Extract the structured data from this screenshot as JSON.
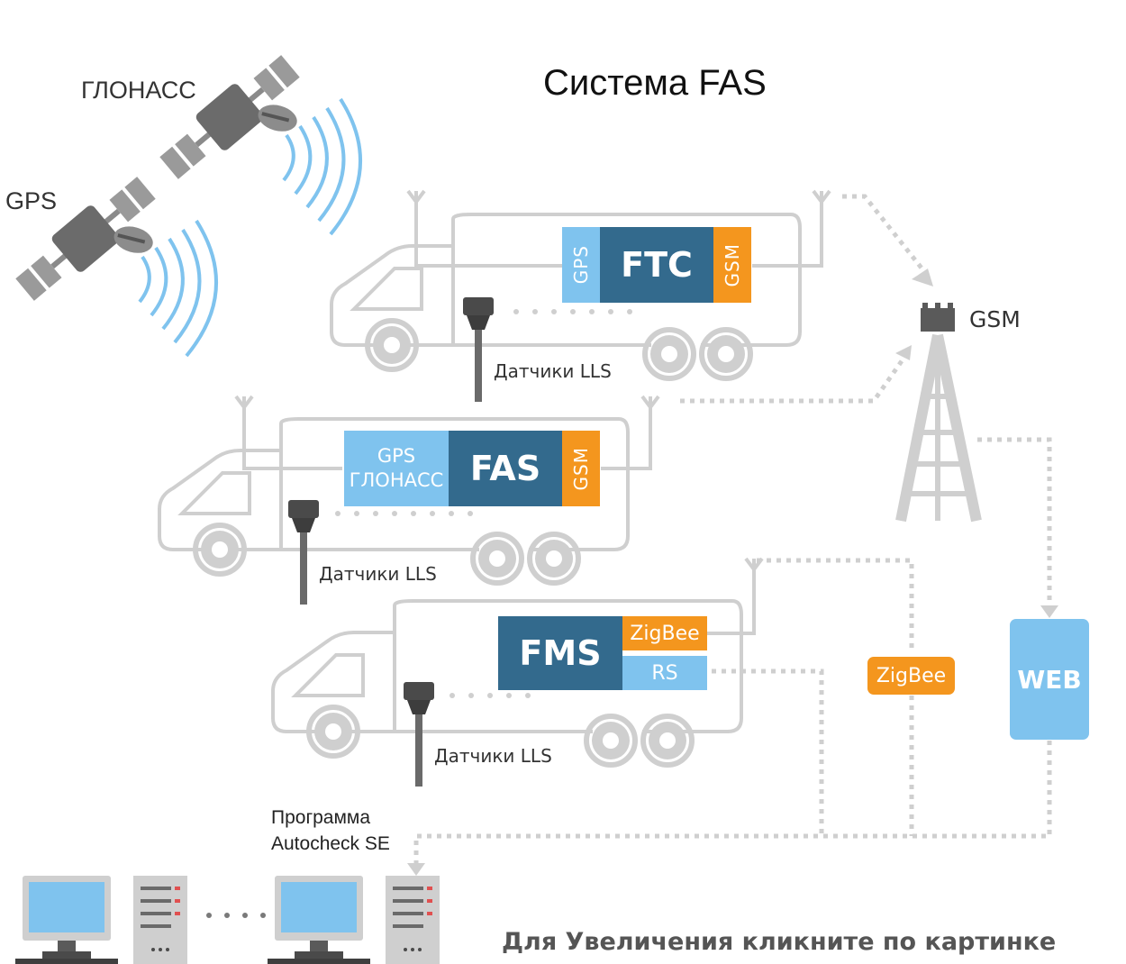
{
  "title": "Система FAS",
  "satellites": {
    "glonass": "ГЛОНАСС",
    "gps": "GPS"
  },
  "gsm_tower_label": "GSM",
  "vehicles": [
    {
      "modules": {
        "left": "GPS",
        "main": "FTC",
        "right": "GSM"
      },
      "sensor_label": "Датчики LLS"
    },
    {
      "modules": {
        "left_line1": "GPS",
        "left_line2": "ГЛОНАСС",
        "main": "FAS",
        "right": "GSM"
      },
      "sensor_label": "Датчики LLS"
    },
    {
      "modules": {
        "main": "FMS",
        "top_right": "ZigBee",
        "bottom_right": "RS"
      },
      "sensor_label": "Датчики LLS"
    }
  ],
  "zigbee_node": "ZigBee",
  "web_node": "WEB",
  "software": {
    "line1": "Программа",
    "line2": "Autocheck SE"
  },
  "hint": "Для Увеличения кликните по картинке",
  "colors": {
    "light_blue": "#7fc3ee",
    "dark_blue": "#336a8d",
    "orange": "#f4961e",
    "gray": "#cfcfcf",
    "dark_gray": "#5f5f5f"
  }
}
